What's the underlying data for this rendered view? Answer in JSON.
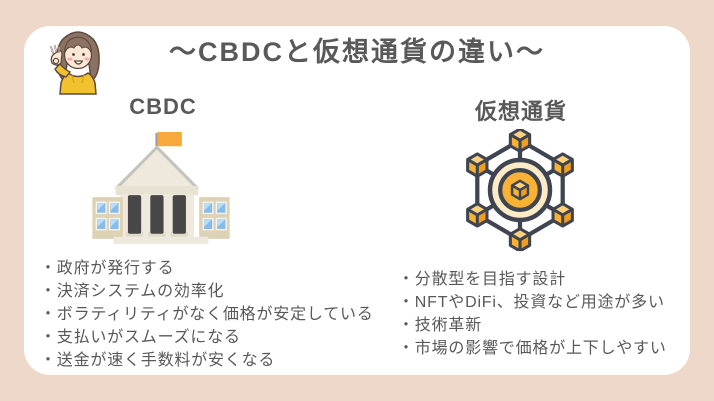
{
  "page": {
    "title": "〜CBDCと仮想通貨の違い〜"
  },
  "icons": {
    "avatar": "woman-ok-sign-avatar",
    "cbdc": "bank-building-icon",
    "crypto": "blockchain-network-icon"
  },
  "columns": {
    "cbdc": {
      "heading": "CBDC",
      "items": [
        "・政府が発行する",
        "・決済システムの効率化",
        "・ボラティリティがなく価格が安定している",
        "・支払いがスムーズになる",
        "・送金が速く手数料が安くなる"
      ]
    },
    "crypto": {
      "heading": "仮想通貨",
      "items": [
        "・分散型を目指す設計",
        "・NFTやDiFi、投資など用途が多い",
        "・技術革新",
        "・市場の影響で価格が上下しやすい"
      ]
    }
  },
  "colors": {
    "background": "#eed8ca",
    "card": "#ffffff",
    "text": "#595959",
    "accent_orange": "#f9b233",
    "coin_cream": "#fdeac6",
    "icon_outline": "#3f4550",
    "bank_cream": "#eee9dc",
    "bank_tan": "#ddd2b4",
    "bank_column": "#474747",
    "window_blue": "#85bce9",
    "flag_orange": "#f8a93b",
    "hoodie_yellow": "#f2c22e",
    "hair_brown": "#8b7263"
  }
}
